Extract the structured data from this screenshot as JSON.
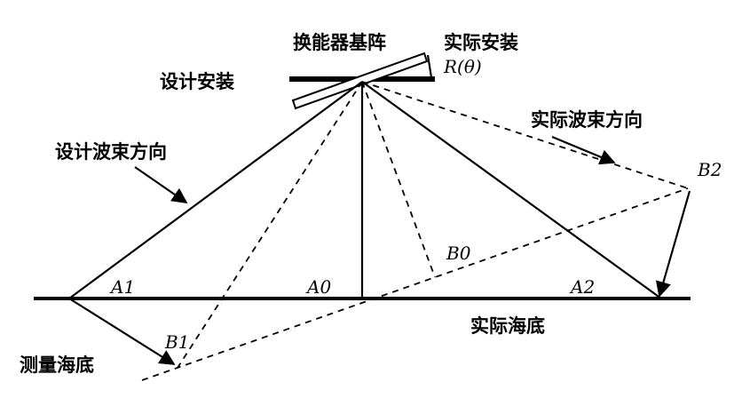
{
  "labels": {
    "transducer_array": "换能器基阵",
    "actual_install": "实际安装",
    "design_install": "设计安装",
    "rotation": "R(θ)",
    "actual_beam": "实际波束方向",
    "design_beam": "设计波束方向",
    "actual_seabed": "实际海底",
    "measured_seabed": "测量海底"
  },
  "points": {
    "a1": "A1",
    "a0": "A0",
    "a2": "A2",
    "b0": "B0",
    "b1": "B1",
    "b2": "B2"
  },
  "colors": {
    "ink": "#000000",
    "background": "#ffffff"
  }
}
